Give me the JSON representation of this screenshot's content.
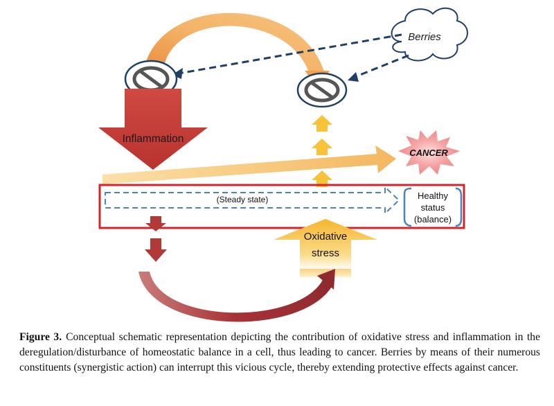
{
  "diagram": {
    "berries_label": "Berries",
    "inflammation_label": "Inflammation",
    "cancer_label": "CANCER",
    "steady_state_label": "(Steady state)",
    "healthy_line1": "Healthy",
    "healthy_line2": "status",
    "healthy_line3": "(balance)",
    "oxidative_line1": "Oxidative",
    "oxidative_line2": "stress",
    "colors": {
      "inflammation_red": "#c9413b",
      "orange_arc": "#f0a050",
      "yellow_arrow": "#f8c23a",
      "cancer_burst": "#f3a6a6",
      "frame_red": "#d6232a",
      "dash_blue": "#2a5c8a",
      "dark_red_arc": "#9e2d33"
    }
  },
  "caption": {
    "label": "Figure 3.",
    "text": "Conceptual schematic representation depicting the contribution of oxidative stress and inflammation in the deregulation/disturbance of homeostatic balance in a cell, thus leading to cancer. Berries by means of their numerous constituents (synergistic action) can interrupt this vicious cycle, thereby extending protective effects against cancer."
  }
}
